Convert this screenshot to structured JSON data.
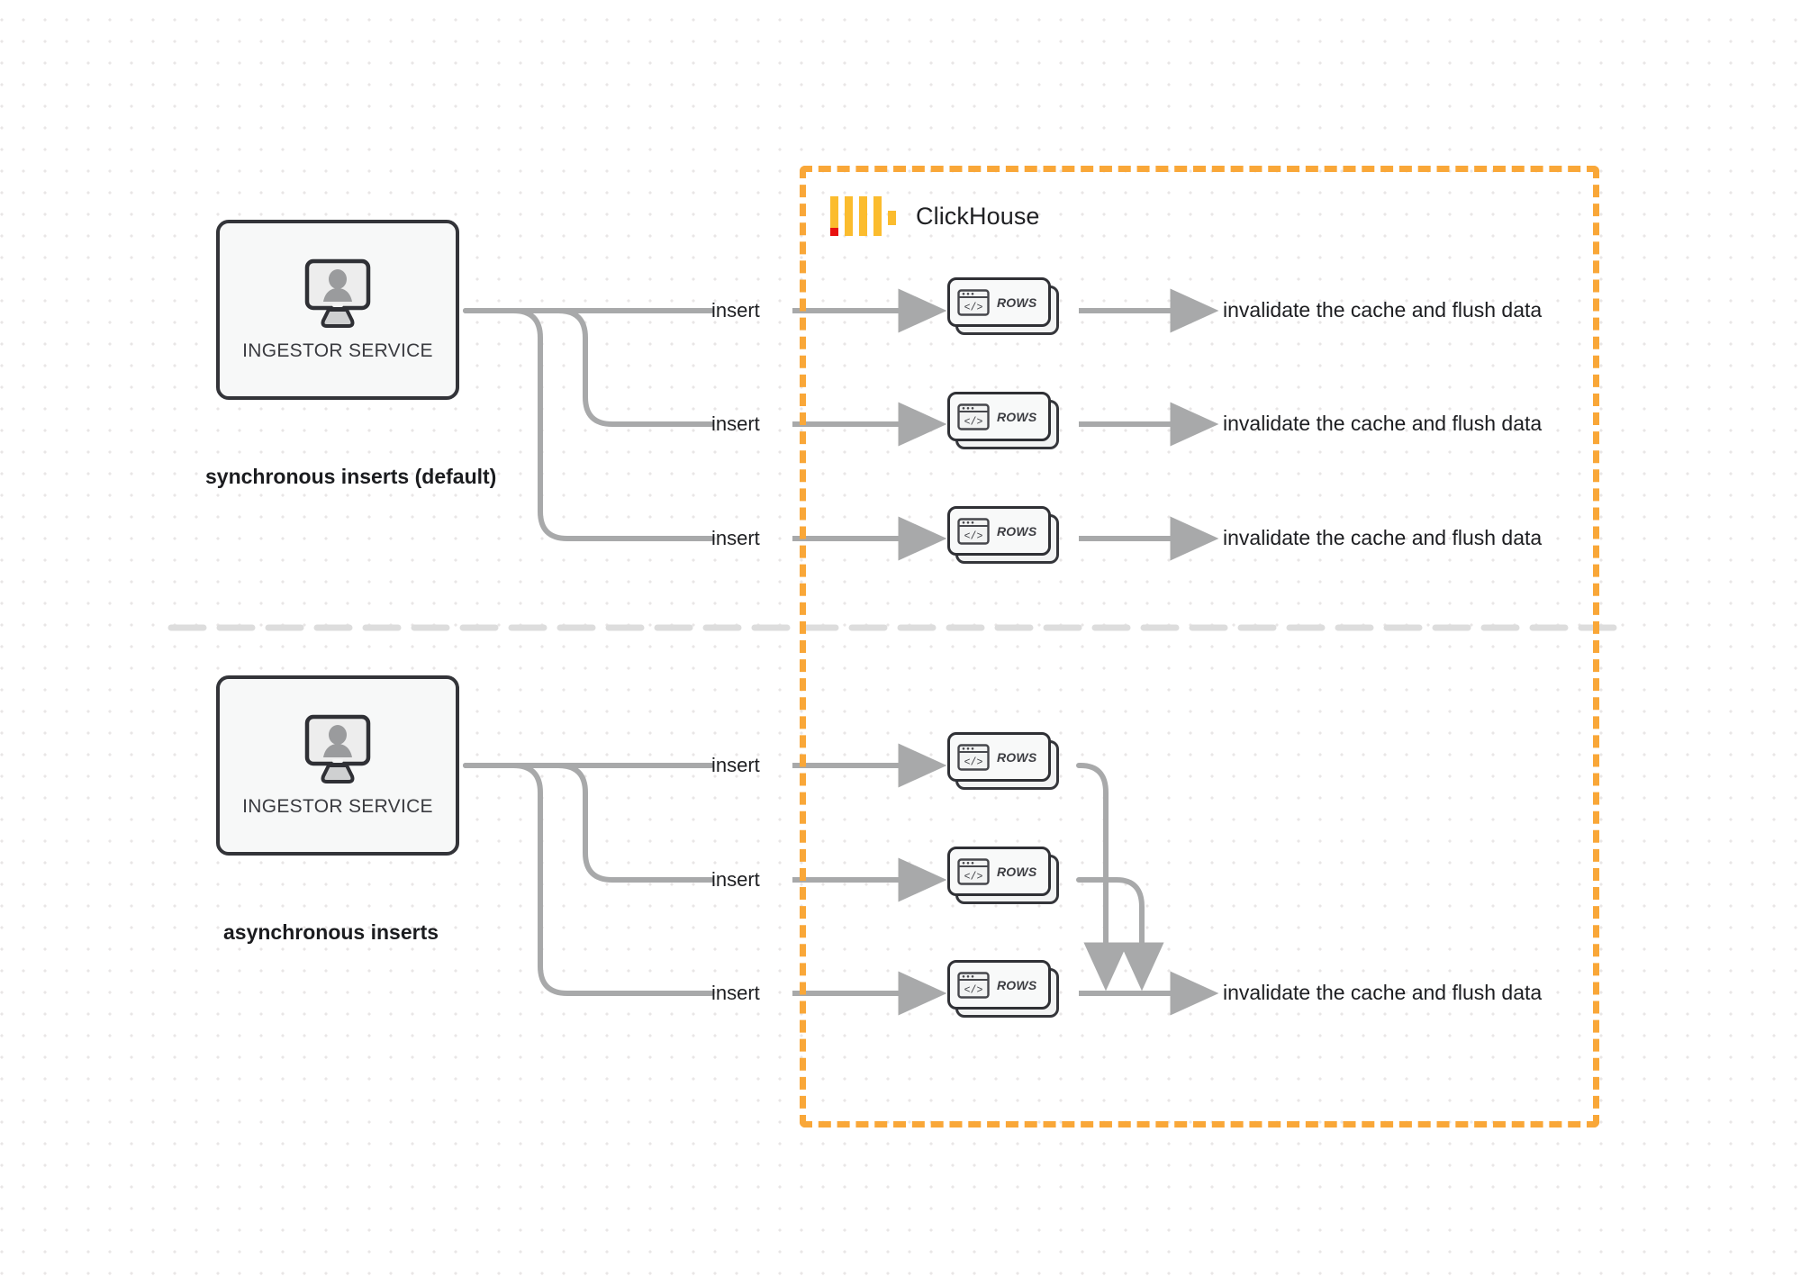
{
  "diagram": {
    "title": "ClickHouse synchronous vs asynchronous inserts",
    "colors": {
      "accent_orange": "#f9a738",
      "logo_yellow": "#fbbc2e",
      "logo_red": "#e8110f",
      "wire_grey": "#a8a9aa",
      "node_border": "#333439",
      "node_fill": "#f7f8f8",
      "text_dark": "#1d1e21",
      "divider_grey": "#dcdcdc"
    }
  },
  "clickhouse_boundary": {
    "label": "ClickHouse",
    "logo_name": "clickhouse-logo"
  },
  "sections": [
    {
      "id": "synchronous",
      "caption": "synchronous inserts (default)",
      "service": {
        "label": "INGESTOR SERVICE",
        "icon": "monitor-user-icon"
      },
      "flows": [
        {
          "insert_label": "insert",
          "rows_label": "ROWS",
          "output_label": "invalidate the cache and flush data"
        },
        {
          "insert_label": "insert",
          "rows_label": "ROWS",
          "output_label": "invalidate the cache and flush data"
        },
        {
          "insert_label": "insert",
          "rows_label": "ROWS",
          "output_label": "invalidate the cache and flush data"
        }
      ]
    },
    {
      "id": "asynchronous",
      "caption": "asynchronous inserts",
      "service": {
        "label": "INGESTOR SERVICE",
        "icon": "monitor-user-icon"
      },
      "flows": [
        {
          "insert_label": "insert",
          "rows_label": "ROWS"
        },
        {
          "insert_label": "insert",
          "rows_label": "ROWS"
        },
        {
          "insert_label": "insert",
          "rows_label": "ROWS"
        }
      ],
      "merged_output_label": "invalidate the cache and flush data"
    }
  ]
}
